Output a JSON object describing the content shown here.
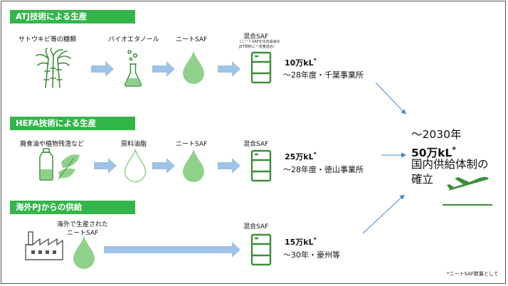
{
  "rows": [
    {
      "banner": "ATJ技術による生産",
      "stage1": "サトウキビ等の糖類",
      "stage2": "バイオエタノール",
      "stage3": "ニートSAF",
      "stage4": "混合SAF",
      "stage4_note_line1": "（ニートSAFを化石由来の",
      "stage4_note_line2": "JET燃料に一定量混合）",
      "amount": "10万kL",
      "amount_mark": "*",
      "location": "～28年度・千葉事業所"
    },
    {
      "banner": "HEFA技術による生産",
      "stage1": "廃食油や植物残渣など",
      "stage2": "原料油脂",
      "stage3": "ニートSAF",
      "stage4": "混合SAF",
      "amount": "25万kL",
      "amount_mark": "*",
      "location": "～28年度・徳山事業所"
    },
    {
      "banner": "海外PJからの供給",
      "stage1_line1": "海外で生産された",
      "stage1_line2": "ニートSAF",
      "stage4": "混合SAF",
      "amount": "15万kL",
      "amount_mark": "*",
      "location": "～30年・豪州等"
    }
  ],
  "summary": {
    "line1": "～2030年",
    "line2": "50万kL",
    "line2_mark": "*",
    "line3": "国内供給体制の",
    "line4": "確立"
  },
  "footnote": "*ニートSAF数量として",
  "colors": {
    "banner": "#33b54a",
    "arrow": "#9dc3e6",
    "drop": "#8fd18a",
    "icon_line": "#3a8f3a",
    "connector": "#4a86c8"
  },
  "icons": [
    "sugarcane-icon",
    "flask-icon",
    "drop-icon",
    "drum-icon",
    "bottle-leaf-icon",
    "outline-drop-icon",
    "factory-icon",
    "airplane-icon"
  ]
}
